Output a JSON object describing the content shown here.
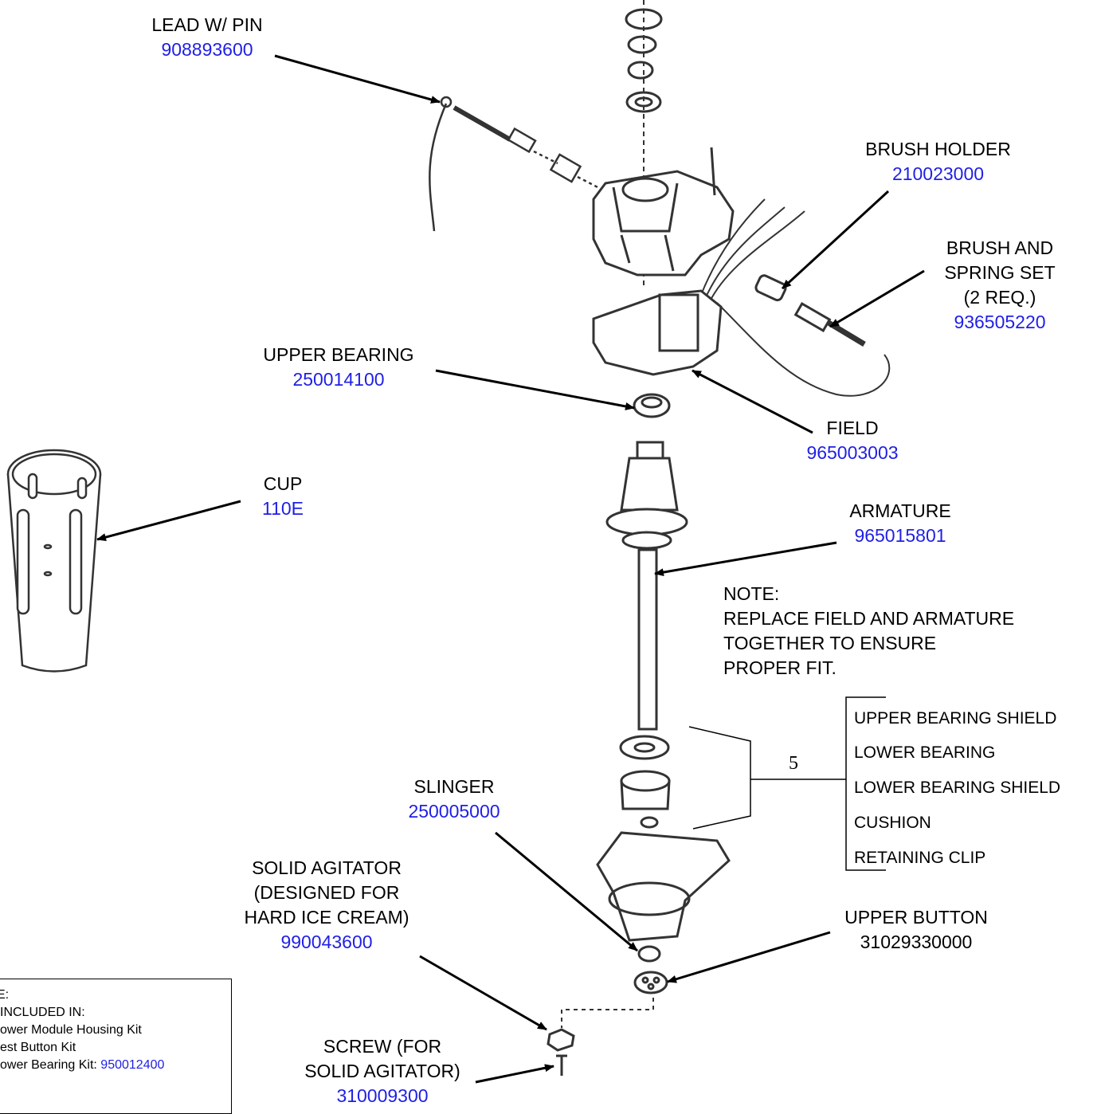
{
  "labels": {
    "lead_pin": {
      "name": "LEAD W/ PIN",
      "part": "908893600"
    },
    "brush_holder": {
      "name": "BRUSH HOLDER",
      "part": "210023000"
    },
    "brush_spring": {
      "name1": "BRUSH AND",
      "name2": "SPRING SET",
      "name3": "(2 REQ.)",
      "part": "936505220"
    },
    "upper_bearing": {
      "name": "UPPER BEARING",
      "part": "250014100"
    },
    "field": {
      "name": "FIELD",
      "part": "965003003"
    },
    "cup": {
      "name": "CUP",
      "part": "110E"
    },
    "armature": {
      "name": "ARMATURE",
      "part": "965015801"
    },
    "slinger": {
      "name": "SLINGER",
      "part": "250005000"
    },
    "solid_agitator": {
      "name1": "SOLID AGITATOR",
      "name2": "(DESIGNED FOR",
      "name3": "HARD ICE CREAM)",
      "part": "990043600"
    },
    "upper_button": {
      "name": "UPPER BUTTON",
      "part": "31029330000"
    },
    "screw": {
      "name1": "SCREW (FOR",
      "name2": "SOLID AGITATOR)",
      "part": "310009300"
    }
  },
  "note": {
    "title": "NOTE:",
    "line1": "REPLACE FIELD AND ARMATURE",
    "line2": "TOGETHER TO ENSURE",
    "line3": "PROPER FIT."
  },
  "kit_group": {
    "callout_number": "5",
    "items": [
      "UPPER BEARING SHIELD",
      "LOWER BEARING",
      "LOWER BEARING SHIELD",
      "CUSHION",
      "RETAINING CLIP"
    ]
  },
  "footnote": {
    "line1": "E:",
    "line2": "INCLUDED IN:",
    "line3": "ower Module Housing Kit",
    "line4": "est Button Kit",
    "line5_text": "ower Bearing Kit:",
    "line5_part": "950012400"
  },
  "colors": {
    "part_number": "#1f1fe6",
    "line": "#000000",
    "drawing": "#333333"
  }
}
